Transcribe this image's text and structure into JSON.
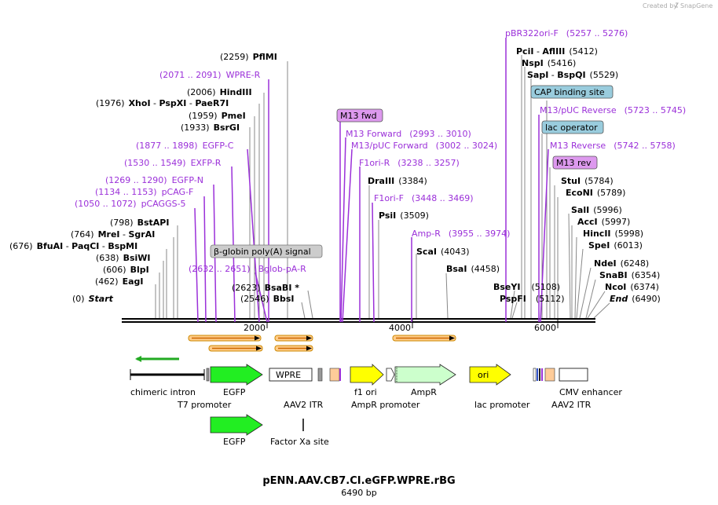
{
  "credit": "Created by",
  "credit_brand": "SnapGene",
  "title": "pENN.AAV.CB7.CI.eGFP.WPRE.rBG",
  "subtitle": "6490 bp",
  "axis": {
    "length_bp": 6490,
    "ticks": [
      "2000",
      "4000",
      "6000"
    ]
  },
  "sites_left": [
    {
      "pos": "(2259)",
      "name": "PflMI",
      "bp": 2259
    },
    {
      "pos": "(2006)",
      "name": "HindIII",
      "bp": 2006
    },
    {
      "pos": "(1976)",
      "name": "XhoI",
      "extra": [
        " - ",
        "PspXI",
        " - ",
        "PaeR7I"
      ],
      "bp": 1976
    },
    {
      "pos": "(1959)",
      "name": "PmeI",
      "bp": 1959
    },
    {
      "pos": "(1933)",
      "name": "BsrGI",
      "bp": 1933
    },
    {
      "pos": "(798)",
      "name": "BstAPI",
      "bp": 798
    },
    {
      "pos": "(764)",
      "name": "MreI",
      "extra": [
        " - ",
        "SgrAI"
      ],
      "bp": 764
    },
    {
      "pos": "(676)",
      "name": "BfuAI",
      "extra": [
        " - ",
        "PaqCI",
        " - ",
        "BspMI"
      ],
      "bp": 676
    },
    {
      "pos": "(638)",
      "name": "BsiWI",
      "bp": 638
    },
    {
      "pos": "(606)",
      "name": "BlpI",
      "bp": 606
    },
    {
      "pos": "(462)",
      "name": "EagI",
      "bp": 462
    },
    {
      "pos": "(0)",
      "name": "Start",
      "bp": 0
    }
  ],
  "sites_mid": [
    {
      "pos": "(2623)",
      "name": "BsaBI *",
      "bp": 2623
    },
    {
      "pos": "(2546)",
      "name": "BbsI",
      "bp": 2546
    },
    {
      "pos": "(3384)",
      "name": "DraIII",
      "bp": 3384
    },
    {
      "pos": "(3509)",
      "name": "PsiI",
      "bp": 3509
    },
    {
      "pos": "(4043)",
      "name": "ScaI",
      "bp": 4043
    },
    {
      "pos": "(4458)",
      "name": "BsaI",
      "bp": 4458
    }
  ],
  "sites_right": [
    {
      "pos": "(5412)",
      "name": "PciI",
      "extra": [
        " - ",
        "AflIII"
      ],
      "bp": 5412
    },
    {
      "pos": "(5416)",
      "name": "NspI",
      "bp": 5416
    },
    {
      "pos": "(5529)",
      "name": "SapI",
      "extra": [
        " - ",
        "BspQI"
      ],
      "bp": 5529
    },
    {
      "pos": "(5784)",
      "name": "StuI",
      "bp": 5784
    },
    {
      "pos": "(5789)",
      "name": "EcoNI",
      "bp": 5789
    },
    {
      "pos": "(5996)",
      "name": "SalI",
      "bp": 5996
    },
    {
      "pos": "(5997)",
      "name": "AccI",
      "bp": 5997
    },
    {
      "pos": "(5998)",
      "name": "HincII",
      "bp": 5998
    },
    {
      "pos": "(6013)",
      "name": "SpeI",
      "bp": 6013
    },
    {
      "pos": "(6248)",
      "name": "NdeI",
      "bp": 6248
    },
    {
      "pos": "(6354)",
      "name": "SnaBI",
      "bp": 6354
    },
    {
      "pos": "(6374)",
      "name": "NcoI",
      "bp": 6374
    },
    {
      "pos": "(6490)",
      "name": "End",
      "bp": 6490
    },
    {
      "pos": "(5108)",
      "name": "BseYI",
      "bp": 5108
    },
    {
      "pos": "(5112)",
      "name": "PspFI",
      "bp": 5112
    }
  ],
  "primers": [
    {
      "pos": "(2071 .. 2091)",
      "name": "WPRE-R"
    },
    {
      "pos": "(1877 .. 1898)",
      "name": "EGFP-C"
    },
    {
      "pos": "(1530 .. 1549)",
      "name": "EXFP-R"
    },
    {
      "pos": "(1269 .. 1290)",
      "name": "EGFP-N"
    },
    {
      "pos": "(1134 .. 1153)",
      "name": "pCAG-F"
    },
    {
      "pos": "(1050 .. 1072)",
      "name": "pCAGGS-5"
    },
    {
      "pos": "(2632 .. 2651)",
      "name": "Bglob-pA-R"
    },
    {
      "name": "M13 Forward",
      "pos": "(2993 .. 3010)"
    },
    {
      "name": "M13/pUC Forward",
      "pos": "(3002 .. 3024)"
    },
    {
      "name": "F1ori-R",
      "pos": "(3238 .. 3257)"
    },
    {
      "name": "F1ori-F",
      "pos": "(3448 .. 3469)"
    },
    {
      "name": "Amp-R",
      "pos": "(3955 .. 3974)"
    },
    {
      "name": "pBR322ori-F",
      "pos": "(5257 .. 5276)"
    },
    {
      "name": "M13/pUC Reverse",
      "pos": "(5723 .. 5745)"
    },
    {
      "name": "M13 Reverse",
      "pos": "(5742 .. 5758)"
    }
  ],
  "boxed_labels": {
    "bglobin": "β-globin poly(A) signal",
    "m13fwd": "M13 fwd",
    "cap": "CAP binding site",
    "lacop": "lac operator",
    "m13rev": "M13 rev"
  },
  "features": {
    "chimeric_intron": "chimeric intron",
    "egfp": "EGFP",
    "t7": "T7 promoter",
    "wpre_box": "WPRE",
    "aav2_itr": "AAV2 ITR",
    "f1ori": "f1 ori",
    "ampr_promoter": "AmpR promoter",
    "ampr": "AmpR",
    "ori_box": "ori",
    "lac_promoter": "lac promoter",
    "cmv_enhancer": "CMV enhancer",
    "aav2_itr2": "AAV2 ITR",
    "egfp2": "EGFP",
    "factor_xa": "Factor Xa site"
  },
  "colors": {
    "primer": "#9b30d9",
    "egfp": "#22ee22",
    "f1ori": "#ffff00",
    "ampr": "#ccffcc",
    "ori": "#ffff00",
    "itr": "#ffcc99",
    "orf": "#ff9900",
    "bglobin_box": "#cccccc",
    "cap_box": "#99ccdd",
    "m13_box": "#dd99ee"
  }
}
